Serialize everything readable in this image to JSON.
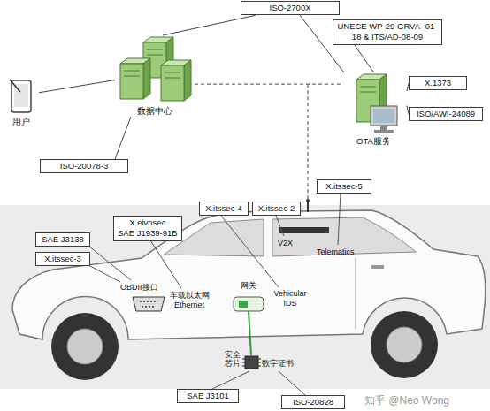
{
  "diagram": {
    "nodes": [
      {
        "text": [
          "ISO-2700X"
        ]
      },
      {
        "text": [
          "UNECE WP-29 GRVA- 01-18 & ITS/AD-08-09"
        ]
      },
      {
        "text": [
          "X.1373"
        ]
      },
      {
        "text": [
          "ISO/AWI-24089"
        ]
      },
      {
        "text": [
          "用户"
        ]
      },
      {
        "text": [
          "数据中心"
        ]
      },
      {
        "text": [
          "OTA服务"
        ]
      },
      {
        "text": [
          "ISO-20078-3"
        ]
      },
      {
        "text": [
          "X.itssec-5"
        ]
      },
      {
        "text": [
          "X.eivnsec",
          "SAE J1939-91B"
        ]
      },
      {
        "text": [
          "X.itssec-4"
        ]
      },
      {
        "text": [
          "X.itssec-2"
        ]
      },
      {
        "text": [
          "SAE J3138"
        ]
      },
      {
        "text": [
          "X.itssec-3"
        ]
      },
      {
        "text": [
          "SAE J3101"
        ]
      },
      {
        "text": [
          "ISO-20828"
        ]
      }
    ],
    "edges": [
      {
        "from": 4,
        "to": 5,
        "arrow": "none"
      },
      {
        "from": 5,
        "to": 6,
        "arrow": "none"
      },
      {
        "from": 0,
        "to": 5,
        "arrow": "none"
      },
      {
        "from": 0,
        "to": 6,
        "arrow": "none"
      },
      {
        "from": 1,
        "to": 6,
        "arrow": "none"
      },
      {
        "from": 2,
        "to": 6,
        "arrow": "none"
      },
      {
        "from": 3,
        "to": 6,
        "arrow": "none"
      },
      {
        "from": 7,
        "to": 5,
        "arrow": "none"
      }
    ],
    "labels": [
      "OBDII接口",
      "车载以太网 Ethernet",
      "网关",
      "V2X",
      "Telematics",
      "Vehicular IDS",
      "安全芯片",
      "数字证书",
      "知乎 @Neo Wong"
    ]
  }
}
